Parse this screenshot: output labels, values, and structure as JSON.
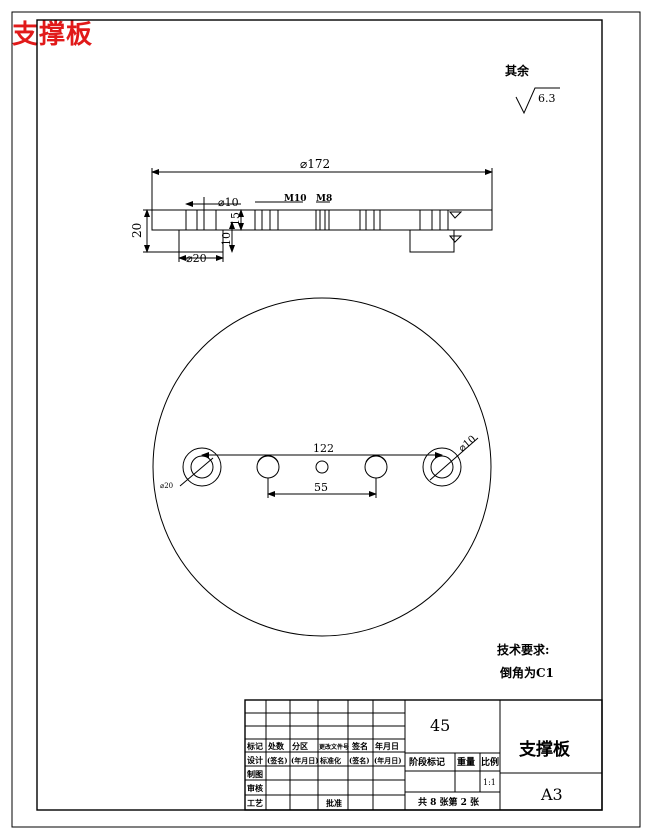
{
  "overlay_title": "支撑板",
  "roughness": {
    "label": "其余",
    "value": "6.3"
  },
  "side_view": {
    "dims": {
      "overall_diameter": "⌀172",
      "small_diameter": "⌀10",
      "thread_m10": "M10",
      "thread_m8": "M8",
      "height": "20",
      "counterbore_depth": "10",
      "height_15": "15",
      "counterbore_diameter": "⌀20"
    }
  },
  "top_view": {
    "dims": {
      "span_122": "122",
      "span_55": "55",
      "hole_dia_10": "⌀10",
      "hole_dia_20": "⌀20"
    }
  },
  "tech_requirements": {
    "title": "技术要求:",
    "items": [
      "倒角为C1"
    ]
  },
  "title_block": {
    "material": "45",
    "part_name": "支撑板",
    "sheet_size": "A3",
    "scale": "1:1",
    "sheet_info": "共 8 张第 2 张",
    "header_labels": [
      "标记",
      "处数",
      "分区",
      "更改文件号",
      "签名",
      "年月日"
    ],
    "design_row": [
      "设计",
      "(签名)",
      "(年月日)",
      "标准化",
      "(签名)",
      "(年月日)"
    ],
    "left_labels": [
      "制图",
      "审核",
      "工艺"
    ],
    "approve_label": "批准",
    "stage_headers": [
      "阶段标记",
      "重量",
      "比例"
    ]
  }
}
